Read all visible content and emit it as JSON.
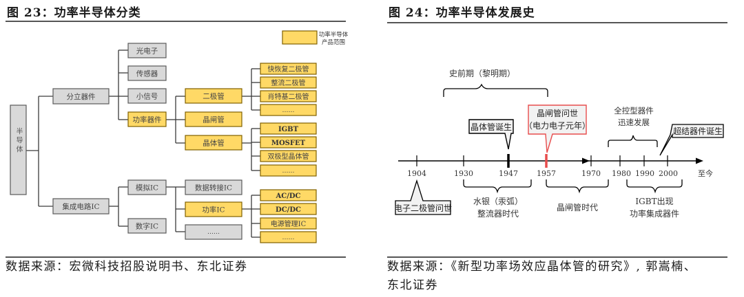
{
  "figure23": {
    "title": "图 23：功率半导体分类",
    "source": "数据来源：宏微科技招股说明书、东北证券",
    "legend": {
      "label_line1": "功率半导体",
      "label_line2": "产品范围"
    },
    "colors": {
      "gray_fill": "#d9d9d9",
      "yellow_fill": "#ffd966",
      "border": "#595959",
      "yellow_border": "#7f6000"
    },
    "root": "半导体",
    "nodes": {
      "discrete": "分立器件",
      "ic": "集成电路IC",
      "opto": "光电子",
      "sensor": "传感器",
      "small_signal": "小信号",
      "power_device": "功率器件",
      "analog_ic": "模拟IC",
      "digital_ic": "数字IC",
      "diode": "二极管",
      "thyristor": "晶闸管",
      "transistor": "晶体管",
      "data_conv_ic": "数据转接IC",
      "power_ic": "功率IC",
      "analog_more": "……",
      "fast_recovery": "快恢复二极管",
      "rectifier": "整流二极管",
      "schottky": "肖特基二极管",
      "diode_more": "……",
      "igbt": "IGBT",
      "mosfet": "MOSFET",
      "bjt": "双极型晶体管",
      "transistor_more": "……",
      "acdc": "AC/DC",
      "dcdc": "DC/DC",
      "pmic": "电源管理IC",
      "power_ic_more": "……"
    }
  },
  "figure24": {
    "title": "图 24：功率半导体发展史",
    "source_line1": "数据来源：《新型功率场效应晶体管的研究》, 郭嵩楠、",
    "source_line2": "东北证券",
    "colors": {
      "highlight_red": "#e84c4c",
      "axis": "#000000",
      "callout_fill": "#f2f2f2"
    },
    "axis": {
      "ticks": [
        "1904",
        "1930",
        "1947",
        "1957",
        "1970",
        "1980",
        "1990",
        "2000"
      ],
      "end_label": "至今"
    },
    "upper_brackets": {
      "prehistory": "史前期（黎明期）",
      "full_control_line1": "全控型器件",
      "full_control_line2": "迅速发展"
    },
    "callouts": {
      "transistor_birth": "晶体管诞生",
      "thyristor_line1": "晶闸管问世",
      "thyristor_line2": "（电力电子元年）",
      "superjunction": "超结器件诞生",
      "vacuum_diode": "电子二极管问世"
    },
    "lower_brackets": {
      "mercury_line1": "水银（汞弧）",
      "mercury_line2": "整流器时代",
      "thyristor_era": "晶闸管时代",
      "igbt_line1": "IGBT出现",
      "igbt_line2": "功率集成器件"
    }
  }
}
